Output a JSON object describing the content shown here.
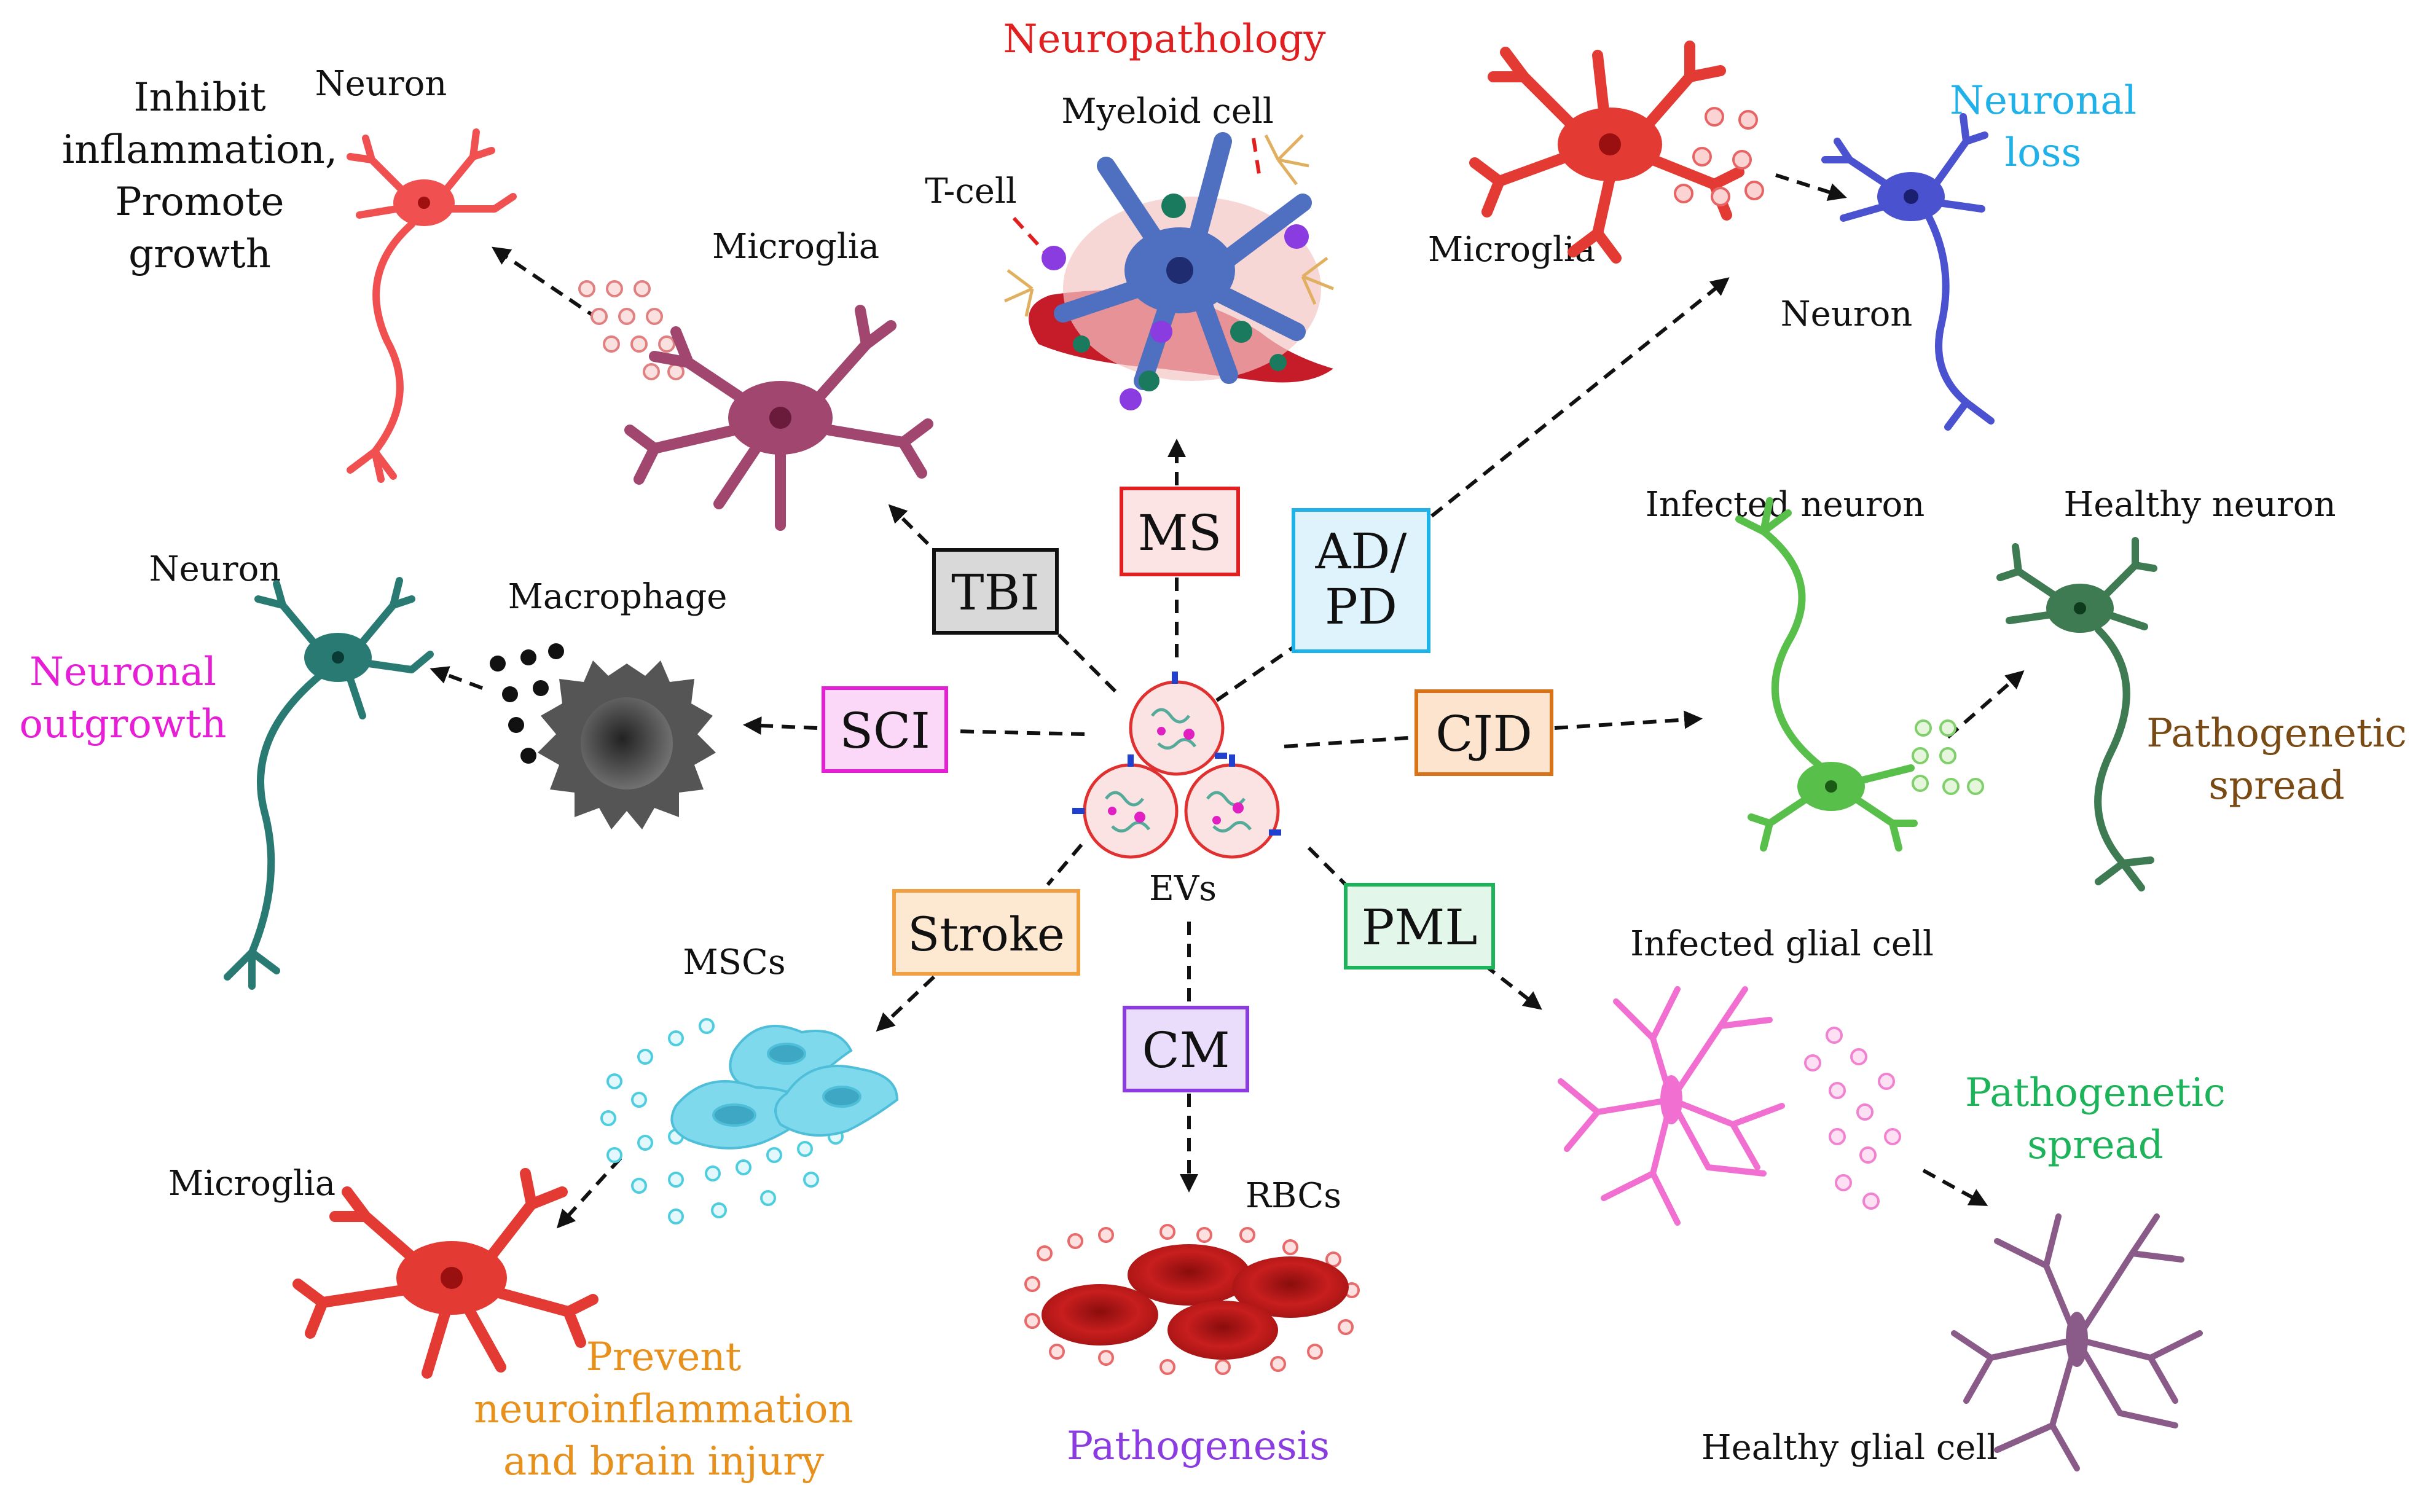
{
  "center": {
    "label": "EVs"
  },
  "colors": {
    "ms": "#e02020",
    "ad_pd": "#1fb1e8",
    "cjd": "#d9731a",
    "pml": "#1db35a",
    "cm": "#8a3ce0",
    "stroke": "#f0a040",
    "sci": "#e61fd6",
    "tbi": "#111111"
  },
  "diseases": {
    "ms": "MS",
    "ad_pd_line1": "AD/",
    "ad_pd_line2": "PD",
    "cjd": "CJD",
    "pml": "PML",
    "cm": "CM",
    "stroke": "Stroke",
    "sci": "SCI",
    "tbi": "TBI"
  },
  "ms_panel": {
    "outcome": "Neuropathology",
    "myeloid": "Myeloid cell",
    "tcell": "T-cell"
  },
  "ad_panel": {
    "microglia": "Microglia",
    "neuron": "Neuron",
    "outcome_line1": "Neuronal",
    "outcome_line2": "loss"
  },
  "tbi_panel": {
    "microglia": "Microglia",
    "neuron": "Neuron",
    "outcome_line1": "Inhibit",
    "outcome_line2": "inflammation,",
    "outcome_line3": "Promote",
    "outcome_line4": "growth"
  },
  "sci_panel": {
    "macrophage": "Macrophage",
    "neuron": "Neuron",
    "outcome_line1": "Neuronal",
    "outcome_line2": "outgrowth"
  },
  "cjd_panel": {
    "infected": "Infected neuron",
    "healthy": "Healthy neuron",
    "outcome_line1": "Pathogenetic",
    "outcome_line2": "spread"
  },
  "pml_panel": {
    "infected": "Infected glial cell",
    "healthy": "Healthy glial cell",
    "outcome_line1": "Pathogenetic",
    "outcome_line2": "spread"
  },
  "cm_panel": {
    "rbcs": "RBCs",
    "outcome": "Pathogenesis"
  },
  "stroke_panel": {
    "mscs": "MSCs",
    "microglia": "Microglia",
    "outcome_line1": "Prevent",
    "outcome_line2": "neuroinflammation",
    "outcome_line3": "and brain injury"
  }
}
